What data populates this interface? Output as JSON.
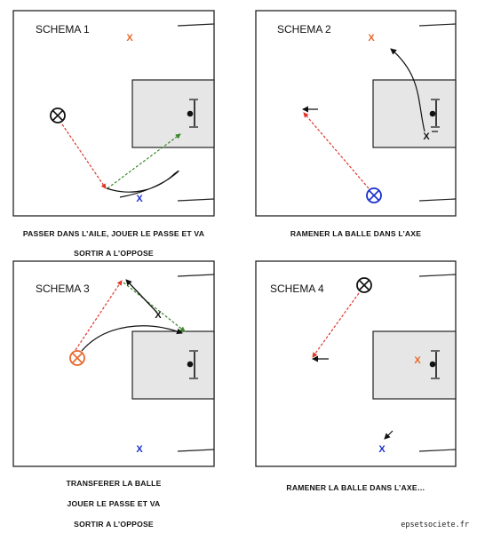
{
  "diagrams": [
    {
      "title": "SCHEMA 1",
      "captions": [
        "PASSER DANS L’AILE, JOUER LE PASSE ET VA",
        "SORTIR A L’OPPOSE"
      ],
      "markers": [
        {
          "label": "X",
          "color": "#e8672a"
        },
        {
          "label": "X",
          "color": "#1a2fd0"
        }
      ]
    },
    {
      "title": "SCHEMA 2",
      "captions": [
        "RAMENER LA BALLE DANS L’AXE"
      ],
      "markers": [
        {
          "label": "X",
          "color": "#e8672a"
        },
        {
          "label": "X",
          "color": "#111111"
        }
      ]
    },
    {
      "title": "SCHEMA 3",
      "captions": [
        "TRANSFERER LA BALLE",
        "JOUER LE PASSE ET VA",
        "SORTIR A L’OPPOSE"
      ],
      "markers": [
        {
          "label": "X",
          "color": "#111111"
        },
        {
          "label": "X",
          "color": "#1a2fd0"
        }
      ]
    },
    {
      "title": "SCHEMA 4",
      "captions": [
        "RAMENER LA BALLE DANS L’AXE…"
      ],
      "markers": [
        {
          "label": "X",
          "color": "#e8672a"
        },
        {
          "label": "X",
          "color": "#1a2fd0"
        }
      ]
    }
  ],
  "colors": {
    "pass_arrow": "#e0352b",
    "run_arrow": "#3a8a2a",
    "player_black": "#111111",
    "player_blue": "#1a2fd0",
    "player_orange": "#e8672a",
    "zone_fill": "#e6e6e6"
  },
  "watermark": "epsetsociete.fr"
}
